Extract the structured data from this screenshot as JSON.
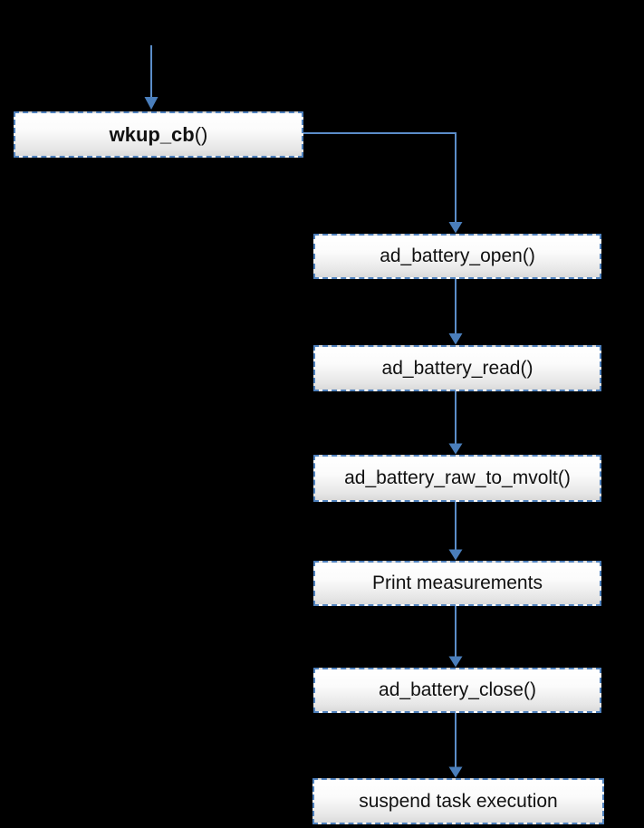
{
  "colors": {
    "background": "#000000",
    "accent": "#4f81bd",
    "edge": "#5b8dc9",
    "edge_head": "#4a7ebb",
    "node_text": "#111111"
  },
  "diagram": {
    "type": "flowchart",
    "nodes": [
      {
        "id": "wkup-cb",
        "label": "wkup_cb()",
        "label_main": "wkup_cb",
        "label_suffix": "()",
        "emphasis": "bold"
      },
      {
        "id": "ad-battery-open",
        "label": "ad_battery_open()"
      },
      {
        "id": "ad-battery-read",
        "label": "ad_battery_read()"
      },
      {
        "id": "ad-battery-raw-to-mvolt",
        "label": "ad_battery_raw_to_mvolt()"
      },
      {
        "id": "print-measurements",
        "label": "Print measurements"
      },
      {
        "id": "ad-battery-close",
        "label": "ad_battery_close()"
      },
      {
        "id": "suspend-task-execution",
        "label": "suspend task execution"
      }
    ],
    "edges": [
      {
        "from": "entry",
        "to": "wkup-cb"
      },
      {
        "from": "wkup-cb",
        "to": "ad-battery-open"
      },
      {
        "from": "ad-battery-open",
        "to": "ad-battery-read"
      },
      {
        "from": "ad-battery-read",
        "to": "ad-battery-raw-to-mvolt"
      },
      {
        "from": "ad-battery-raw-to-mvolt",
        "to": "print-measurements"
      },
      {
        "from": "print-measurements",
        "to": "ad-battery-close"
      },
      {
        "from": "ad-battery-close",
        "to": "suspend-task-execution"
      }
    ]
  }
}
